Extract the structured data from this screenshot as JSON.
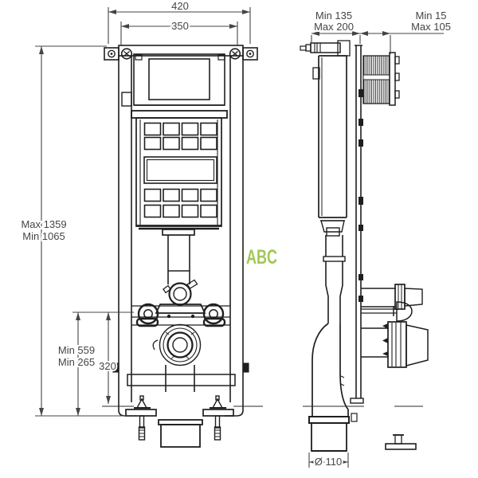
{
  "watermark": {
    "brand": "ABC",
    "color": "#a2c857"
  },
  "dimensions": {
    "frame_width": "420",
    "mount_width": "350",
    "depth": {
      "line1": "Min 135",
      "line2": "Max 200"
    },
    "rod": {
      "line1": "Min 15",
      "line2": "Max 105"
    },
    "height": {
      "line1": "Max 1359",
      "line2": "Min 1065"
    },
    "bolts": {
      "line1": "Min 559",
      "line2": "Min 265"
    },
    "outlet_height": "320",
    "outlet_diameter": "Ø 110"
  }
}
